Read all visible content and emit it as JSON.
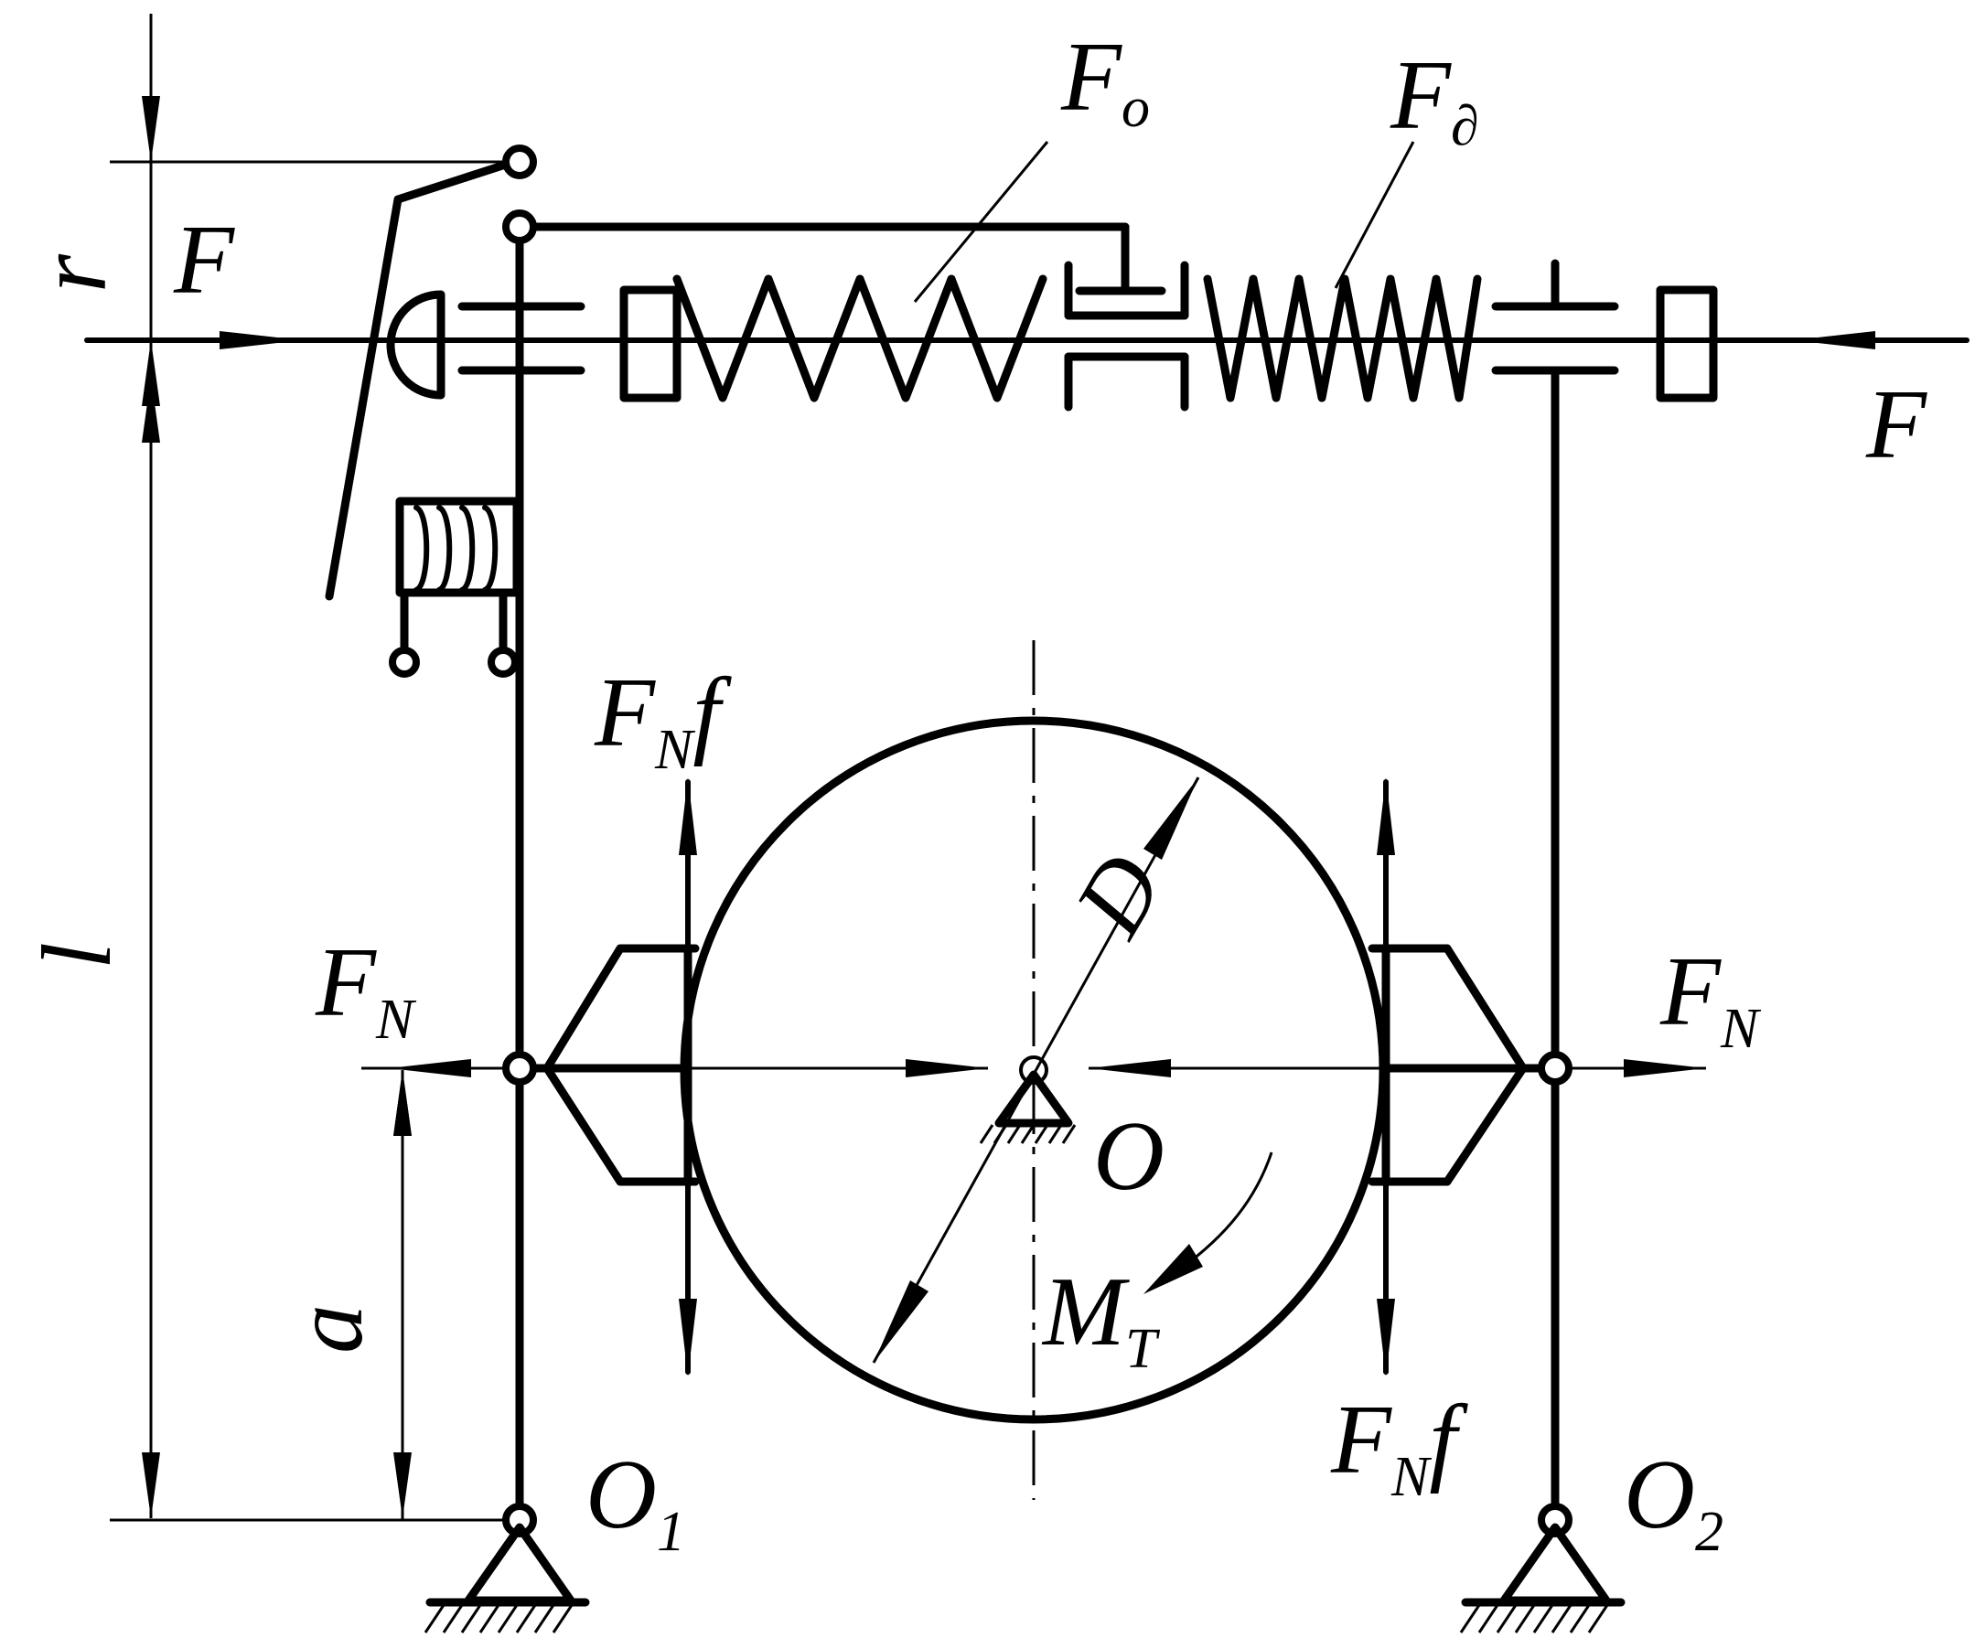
{
  "labels": {
    "force_left": "F",
    "force_right": "F",
    "r": "r",
    "l": "l",
    "a": "a",
    "spring_o": "F",
    "spring_o_sub": "o",
    "spring_d": "F",
    "spring_d_sub": "∂",
    "normal_left": "F",
    "normal_left_sub": "N",
    "normal_right": "F",
    "normal_right_sub": "N",
    "friction_upper": "F",
    "friction_upper_sub": "N",
    "friction_upper_f": "f",
    "friction_lower": "F",
    "friction_lower_sub": "N",
    "friction_lower_f": "f",
    "diameter": "D",
    "center": "O",
    "pivot_left": "O",
    "pivot_left_sub": "1",
    "pivot_right": "O",
    "pivot_right_sub": "2",
    "torque": "M",
    "torque_sub": "T"
  }
}
